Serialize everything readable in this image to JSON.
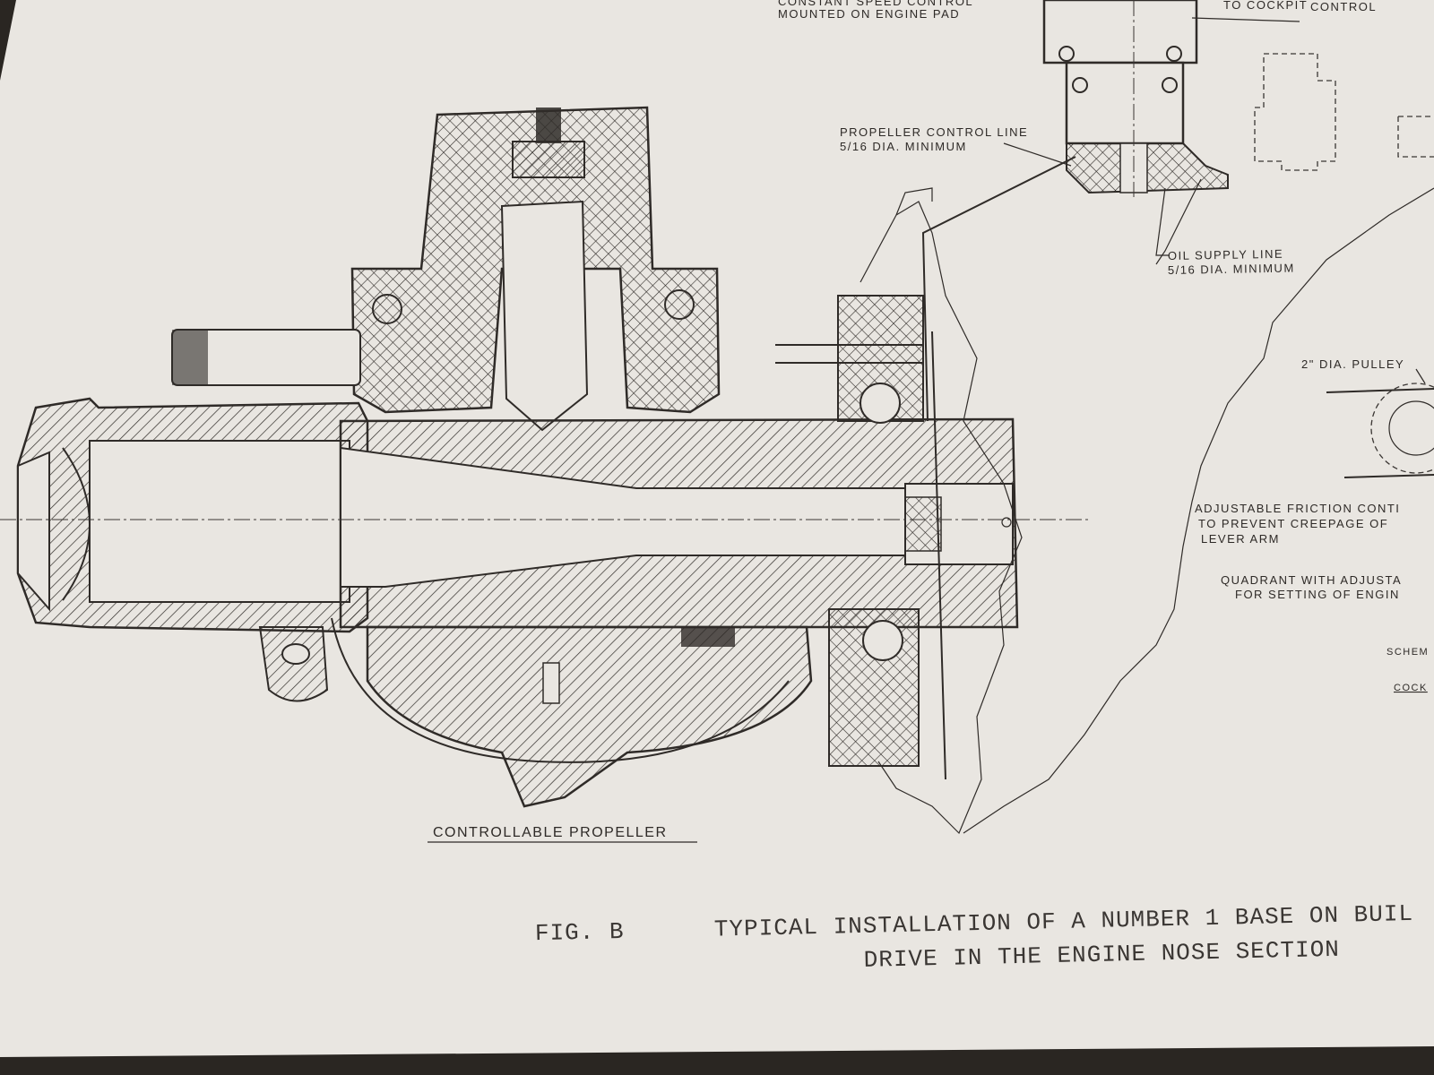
{
  "labels": {
    "constant_speed_1": "CONSTANT SPEED CONTROL",
    "constant_speed_2": "MOUNTED ON ENGINE PAD",
    "to_cockpit": "TO COCKPIT",
    "control": "CONTROL",
    "prop_line_1": "PROPELLER CONTROL LINE",
    "prop_line_2": "5/16 DIA. MINIMUM",
    "oil_line_1": "OIL SUPPLY LINE",
    "oil_line_2": "5/16 DIA. MINIMUM",
    "pulley": "2\" DIA. PULLEY",
    "friction_1": "ADJUSTABLE FRICTION CONTI",
    "friction_2": "TO PREVENT CREEPAGE OF",
    "friction_3": "LEVER ARM",
    "quadrant_1": "QUADRANT WITH ADJUSTA",
    "quadrant_2": "FOR SETTING OF ENGIN",
    "schem": "SCHEM",
    "cock": "COCK",
    "controllable_propeller": "CONTROLLABLE PROPELLER"
  },
  "caption": {
    "fig": "FIG. B",
    "line1": "TYPICAL INSTALLATION OF A NUMBER 1 BASE ON BUIL",
    "line2": "DRIVE IN THE ENGINE NOSE SECTION"
  },
  "colors": {
    "paper": "#e9e6e1",
    "ink": "#2f2b28",
    "background": "#2a2622"
  }
}
